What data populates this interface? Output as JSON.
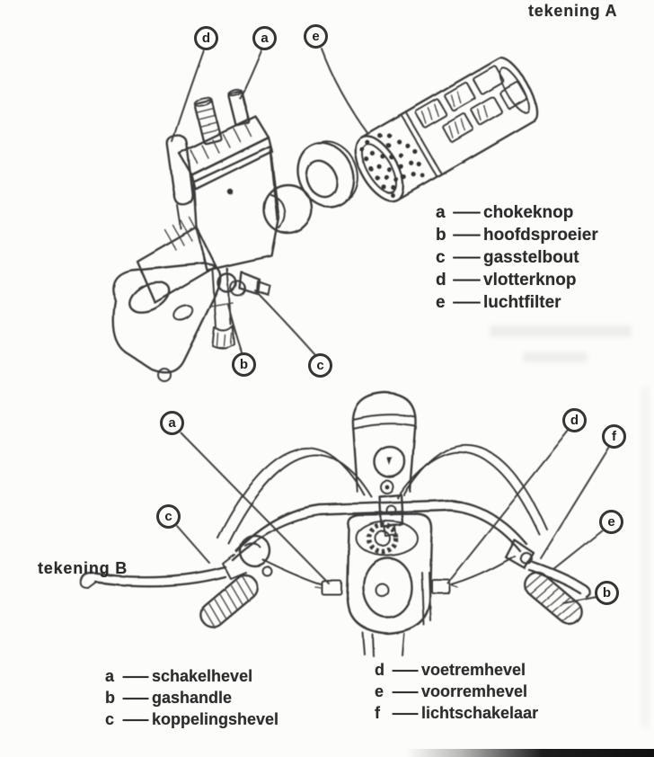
{
  "colors": {
    "ink": "#3a3a3a",
    "paper": "#fcfcfb"
  },
  "legend_separator": "—",
  "figure_a": {
    "title": "tekening A",
    "callouts": [
      {
        "letter": "d"
      },
      {
        "letter": "a"
      },
      {
        "letter": "e"
      },
      {
        "letter": "b"
      },
      {
        "letter": "c"
      }
    ],
    "legend": [
      {
        "letter": "a",
        "label": "chokeknop"
      },
      {
        "letter": "b",
        "label": "hoofdsproeier"
      },
      {
        "letter": "c",
        "label": "gasstelbout"
      },
      {
        "letter": "d",
        "label": "vlotterknop"
      },
      {
        "letter": "e",
        "label": "luchtfilter"
      }
    ]
  },
  "figure_b": {
    "title": "tekening B",
    "callouts": [
      {
        "letter": "a"
      },
      {
        "letter": "c"
      },
      {
        "letter": "d"
      },
      {
        "letter": "f"
      },
      {
        "letter": "e"
      },
      {
        "letter": "b"
      }
    ],
    "legend_left": [
      {
        "letter": "a",
        "label": "schakelhevel"
      },
      {
        "letter": "b",
        "label": "gashandle"
      },
      {
        "letter": "c",
        "label": "koppelingshevel"
      }
    ],
    "legend_right": [
      {
        "letter": "d",
        "label": "voetremhevel"
      },
      {
        "letter": "e",
        "label": "voorremhevel"
      },
      {
        "letter": "f",
        "label": "lichtschakelaar"
      }
    ]
  }
}
